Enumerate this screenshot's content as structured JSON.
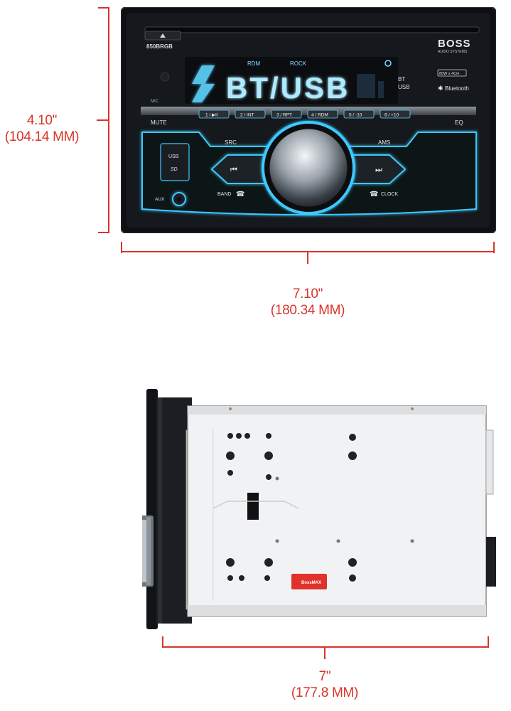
{
  "dimensions": {
    "height": {
      "inches": "4.10\"",
      "mm": "(104.14 MM)"
    },
    "width": {
      "inches": "7.10\"",
      "mm": "(180.34 MM)"
    },
    "depth": {
      "inches": "7\"",
      "mm": "(177.8 MM)"
    }
  },
  "front_panel": {
    "brand": "BOSS",
    "brand_sub": "AUDIO SYSTEMS",
    "model": "850BRGB",
    "display_text": "BT/USB",
    "display_rdm": "RDM",
    "display_rock": "ROCK",
    "display_bt": "BT",
    "display_usb": "USB",
    "power_badge": "80W x 4CH",
    "bluetooth": "Bluetooth",
    "mic": "MIC",
    "mute": "MUTE",
    "eq": "EQ",
    "src": "SRC",
    "ams": "AMS",
    "band": "BAND",
    "clock": "CLOCK",
    "aux": "AUX",
    "usb_slot": "USB",
    "sd_slot": "SD",
    "preset_buttons": [
      "1 / ▶II",
      "2 / INT",
      "3 / RPT",
      "4 / RDM",
      "5 / -10",
      "6 / +10"
    ]
  },
  "side_view": {
    "label_badge": "BossMAX"
  },
  "colors": {
    "dimension_red": "#d9342b",
    "glow_blue": "#3ec8ff",
    "panel_black": "#0d0f12"
  }
}
